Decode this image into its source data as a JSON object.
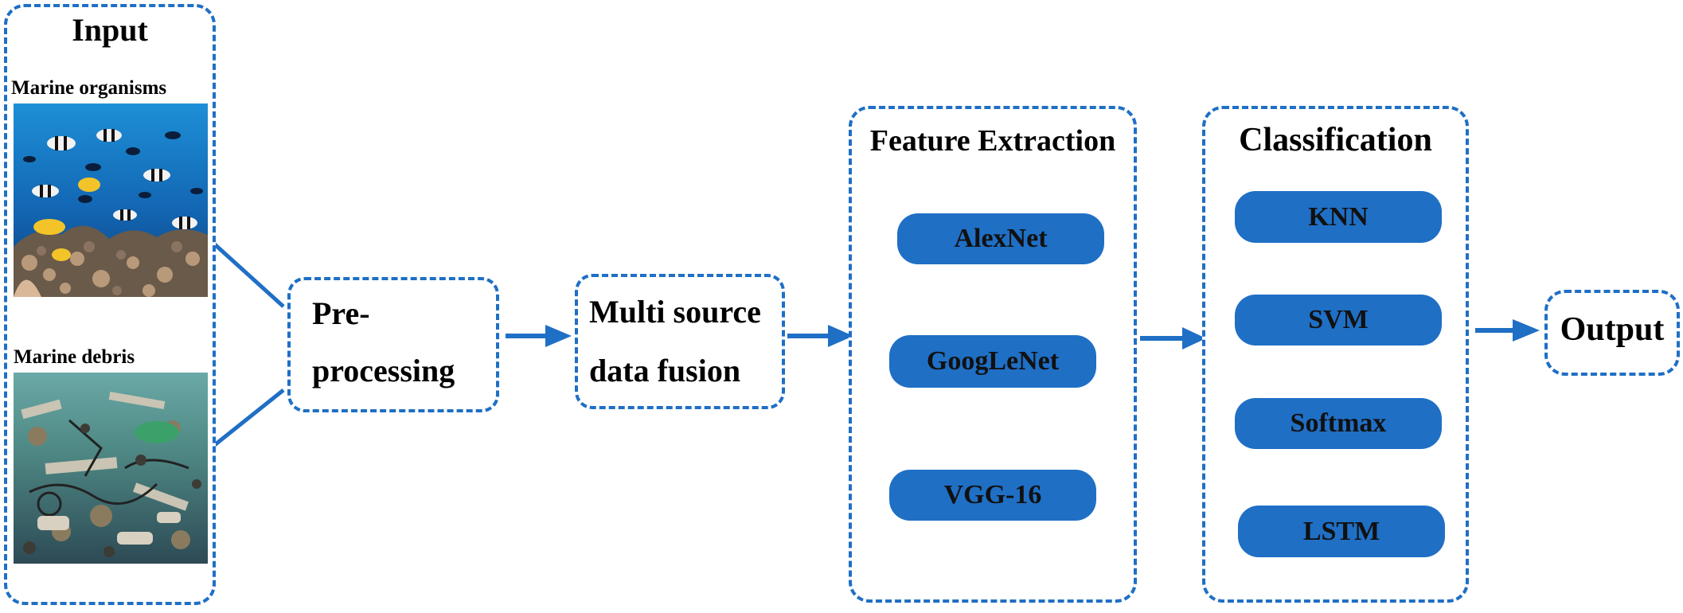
{
  "input": {
    "title": "Input",
    "organisms_label": "Marine organisms",
    "debris_label": "Marine debris"
  },
  "preprocessing": {
    "line1": "Pre-",
    "line2": "processing"
  },
  "fusion": {
    "line1": "Multi source",
    "line2": "data fusion"
  },
  "feature_extraction": {
    "title": "Feature Extraction",
    "items": [
      "AlexNet",
      "GoogLeNet",
      "VGG-16"
    ]
  },
  "classification": {
    "title": "Classification",
    "items": [
      "KNN",
      "SVM",
      "Softmax",
      "LSTM"
    ]
  },
  "output": {
    "label": "Output"
  },
  "colors": {
    "accent": "#1f6fc5"
  }
}
